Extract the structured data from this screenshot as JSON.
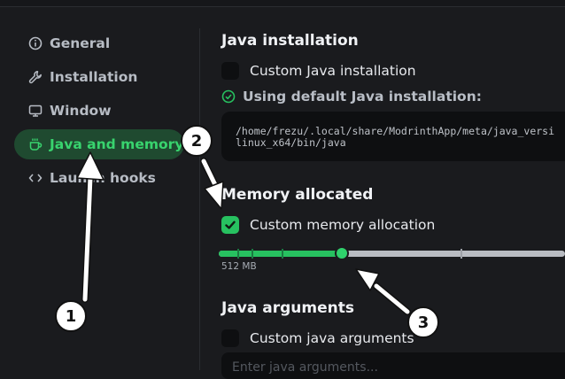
{
  "sidebar": {
    "items": [
      {
        "label": "General",
        "icon": "info-icon"
      },
      {
        "label": "Installation",
        "icon": "wrench-icon"
      },
      {
        "label": "Window",
        "icon": "monitor-icon"
      },
      {
        "label": "Java and memory",
        "icon": "coffee-icon",
        "active": true
      },
      {
        "label": "Launch hooks",
        "icon": "code-icon"
      }
    ]
  },
  "java_installation": {
    "title": "Java installation",
    "custom_checkbox_label": "Custom Java installation",
    "custom_checked": false,
    "status_text": "Using default Java installation:",
    "path_line1": "/home/frezu/.local/share/ModrinthApp/meta/java_versi",
    "path_line2": "linux_x64/bin/java"
  },
  "memory": {
    "title": "Memory allocated",
    "custom_checkbox_label": "Custom memory allocation",
    "custom_checked": true,
    "min_label": "512 MB"
  },
  "java_arguments": {
    "title": "Java arguments",
    "custom_checkbox_label": "Custom java arguments",
    "custom_checked": false,
    "input_placeholder": "Enter java arguments..."
  },
  "annotations": {
    "badge_1": "1",
    "badge_2": "2",
    "badge_3": "3"
  },
  "colors": {
    "accent": "#27c160",
    "accent_text": "#38d46e",
    "active_bg": "#1f4a30",
    "background": "#1a1b1e"
  }
}
